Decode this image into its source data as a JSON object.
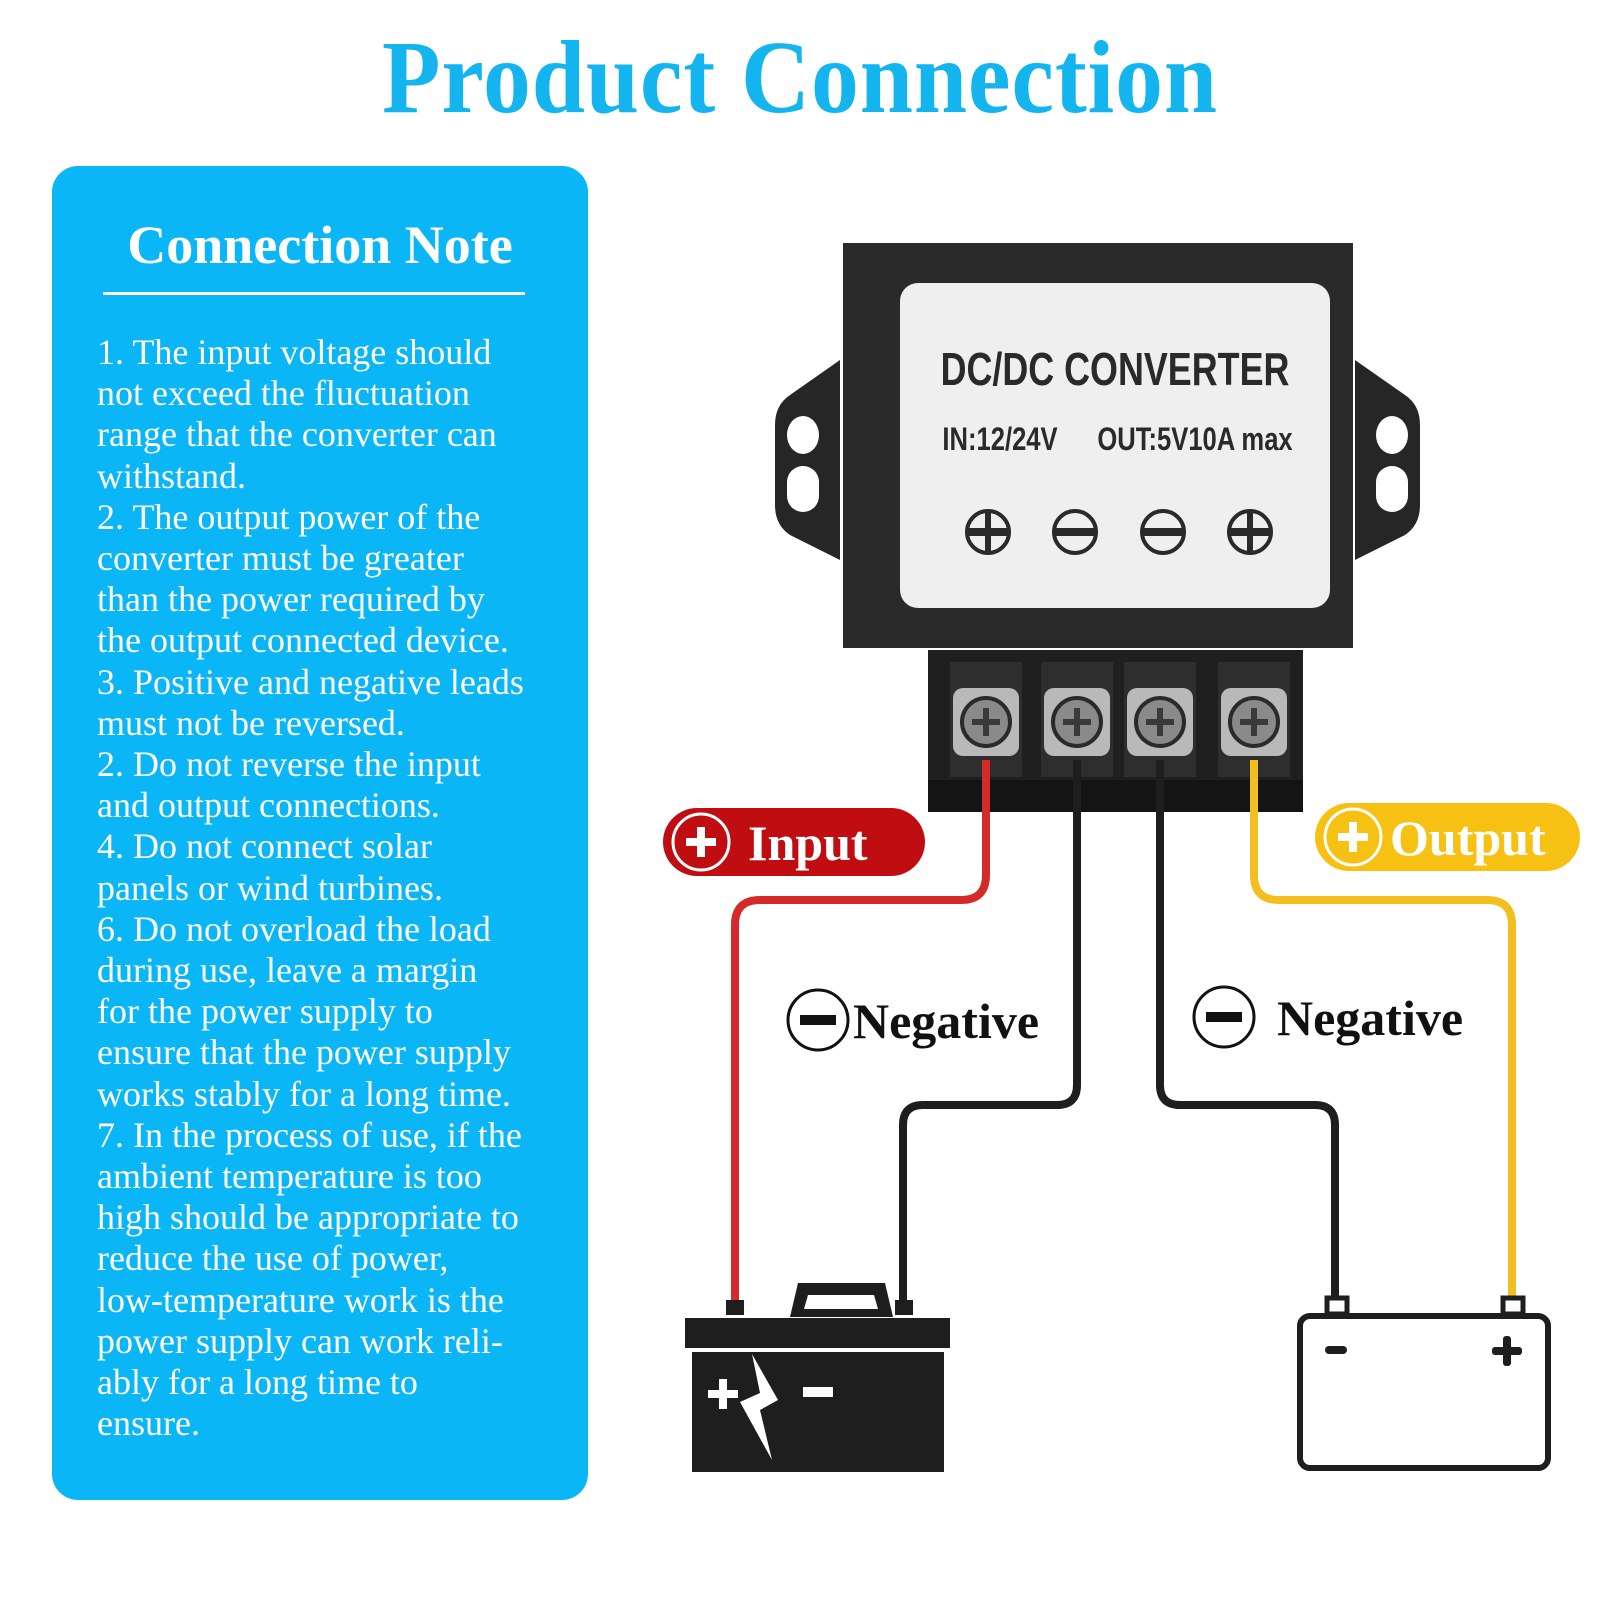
{
  "title": "Product Connection",
  "colors": {
    "title": "#14b4ef",
    "panel": "#0bb6f6",
    "input_wire": "#e23a3a",
    "output_wire": "#f5c021",
    "negative_wire": "#1e1e1e",
    "input_badge": "#c00d12",
    "output_badge": "#f7c114"
  },
  "connection_note": {
    "heading": "Connection Note",
    "lines": [
      "1. The input voltage should",
      "not exceed the fluctuation",
      "range that the converter can",
      "withstand.",
      "2. The output power of the",
      "converter must be greater",
      "than the power required by",
      "the output connected device.",
      "3. Positive and negative leads",
      "must not be reversed.",
      "2. Do not reverse the input",
      "and output connections.",
      "4. Do not connect solar",
      "panels or wind turbines.",
      "6. Do not overload the load",
      "during use, leave a margin",
      "for the power supply to",
      "ensure that the power supply",
      "works stably for a long time.",
      "7. In the process of use, if the",
      "ambient temperature is too",
      "high should be appropriate to",
      "reduce the use of power,",
      "low-temperature work is the",
      "power supply can work reli-",
      "ably for a long time to",
      "ensure."
    ]
  },
  "device": {
    "name": "DC/DC CONVERTER",
    "input_spec": "IN:12/24V",
    "output_spec": "OUT:5V10A max",
    "terminal_symbols": [
      "plus",
      "minus",
      "minus",
      "plus"
    ]
  },
  "labels": {
    "input": "Input",
    "output": "Output",
    "negative_left": "Negative",
    "negative_right": "Negative"
  },
  "battery_source": {
    "plus": "+",
    "minus": "−",
    "icon": "lightning-bolt"
  },
  "battery_load": {
    "plus": "+",
    "minus": "−"
  }
}
